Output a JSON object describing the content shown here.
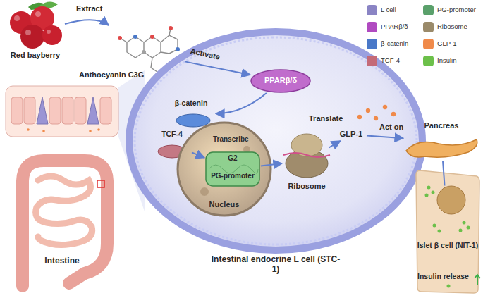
{
  "diagram": {
    "nodes": [
      {
        "text": [
          "Red bayberry"
        ]
      },
      {
        "text": [
          "Anthocyanin C3G"
        ]
      },
      {
        "text": [
          "Intestinal endocrine L cell (STC-1)"
        ]
      },
      {
        "text": [
          "PPARβ/δ"
        ],
        "in": 2
      },
      {
        "text": [
          "β-catenin"
        ],
        "in": 2
      },
      {
        "text": [
          "TCF-4"
        ],
        "in": 2
      },
      {
        "text": [
          "Nucleus"
        ],
        "in": 2
      },
      {
        "text": [
          "G2",
          "PG-promoter"
        ],
        "in": 6
      },
      {
        "text": [
          "Ribosome"
        ],
        "in": 2
      },
      {
        "text": [
          "GLP-1"
        ],
        "in": 2
      },
      {
        "text": [
          "Pancreas"
        ]
      },
      {
        "text": [
          "Islet β cell (NIT-1)",
          "Insulin release"
        ]
      },
      {
        "text": [
          "Intestine"
        ]
      }
    ],
    "edges": [
      {
        "from": 0,
        "to": 1,
        "label": "Extract",
        "arrow": "to"
      },
      {
        "from": 1,
        "to": 3,
        "label": "Activate",
        "arrow": "to"
      },
      {
        "from": 3,
        "to": 4,
        "arrow": "to"
      },
      {
        "from": 5,
        "to": 7,
        "arrow": "to"
      },
      {
        "from": 7,
        "to": 8,
        "arrow": "to"
      },
      {
        "from": 8,
        "to": 9,
        "label": "Translate",
        "arrow": "to"
      },
      {
        "from": 9,
        "to": 10,
        "label": "Act on",
        "arrow": "to"
      },
      {
        "from": 10,
        "to": 11,
        "arrow": "none"
      }
    ],
    "labels": [
      "Transcribe"
    ],
    "legend": [
      {
        "text": "L cell",
        "color": "#8a84c4"
      },
      {
        "text": "PG-promoter",
        "color": "#5aa06b"
      },
      {
        "text": "PPARβ/δ",
        "color": "#b04ac0"
      },
      {
        "text": "Ribosome",
        "color": "#9a8a6a"
      },
      {
        "text": "β-catenin",
        "color": "#4a78c8"
      },
      {
        "text": "GLP-1",
        "color": "#f08a4a"
      },
      {
        "text": "TCF-4",
        "color": "#c46a78"
      },
      {
        "text": "Insulin",
        "color": "#6cc04a"
      }
    ]
  }
}
